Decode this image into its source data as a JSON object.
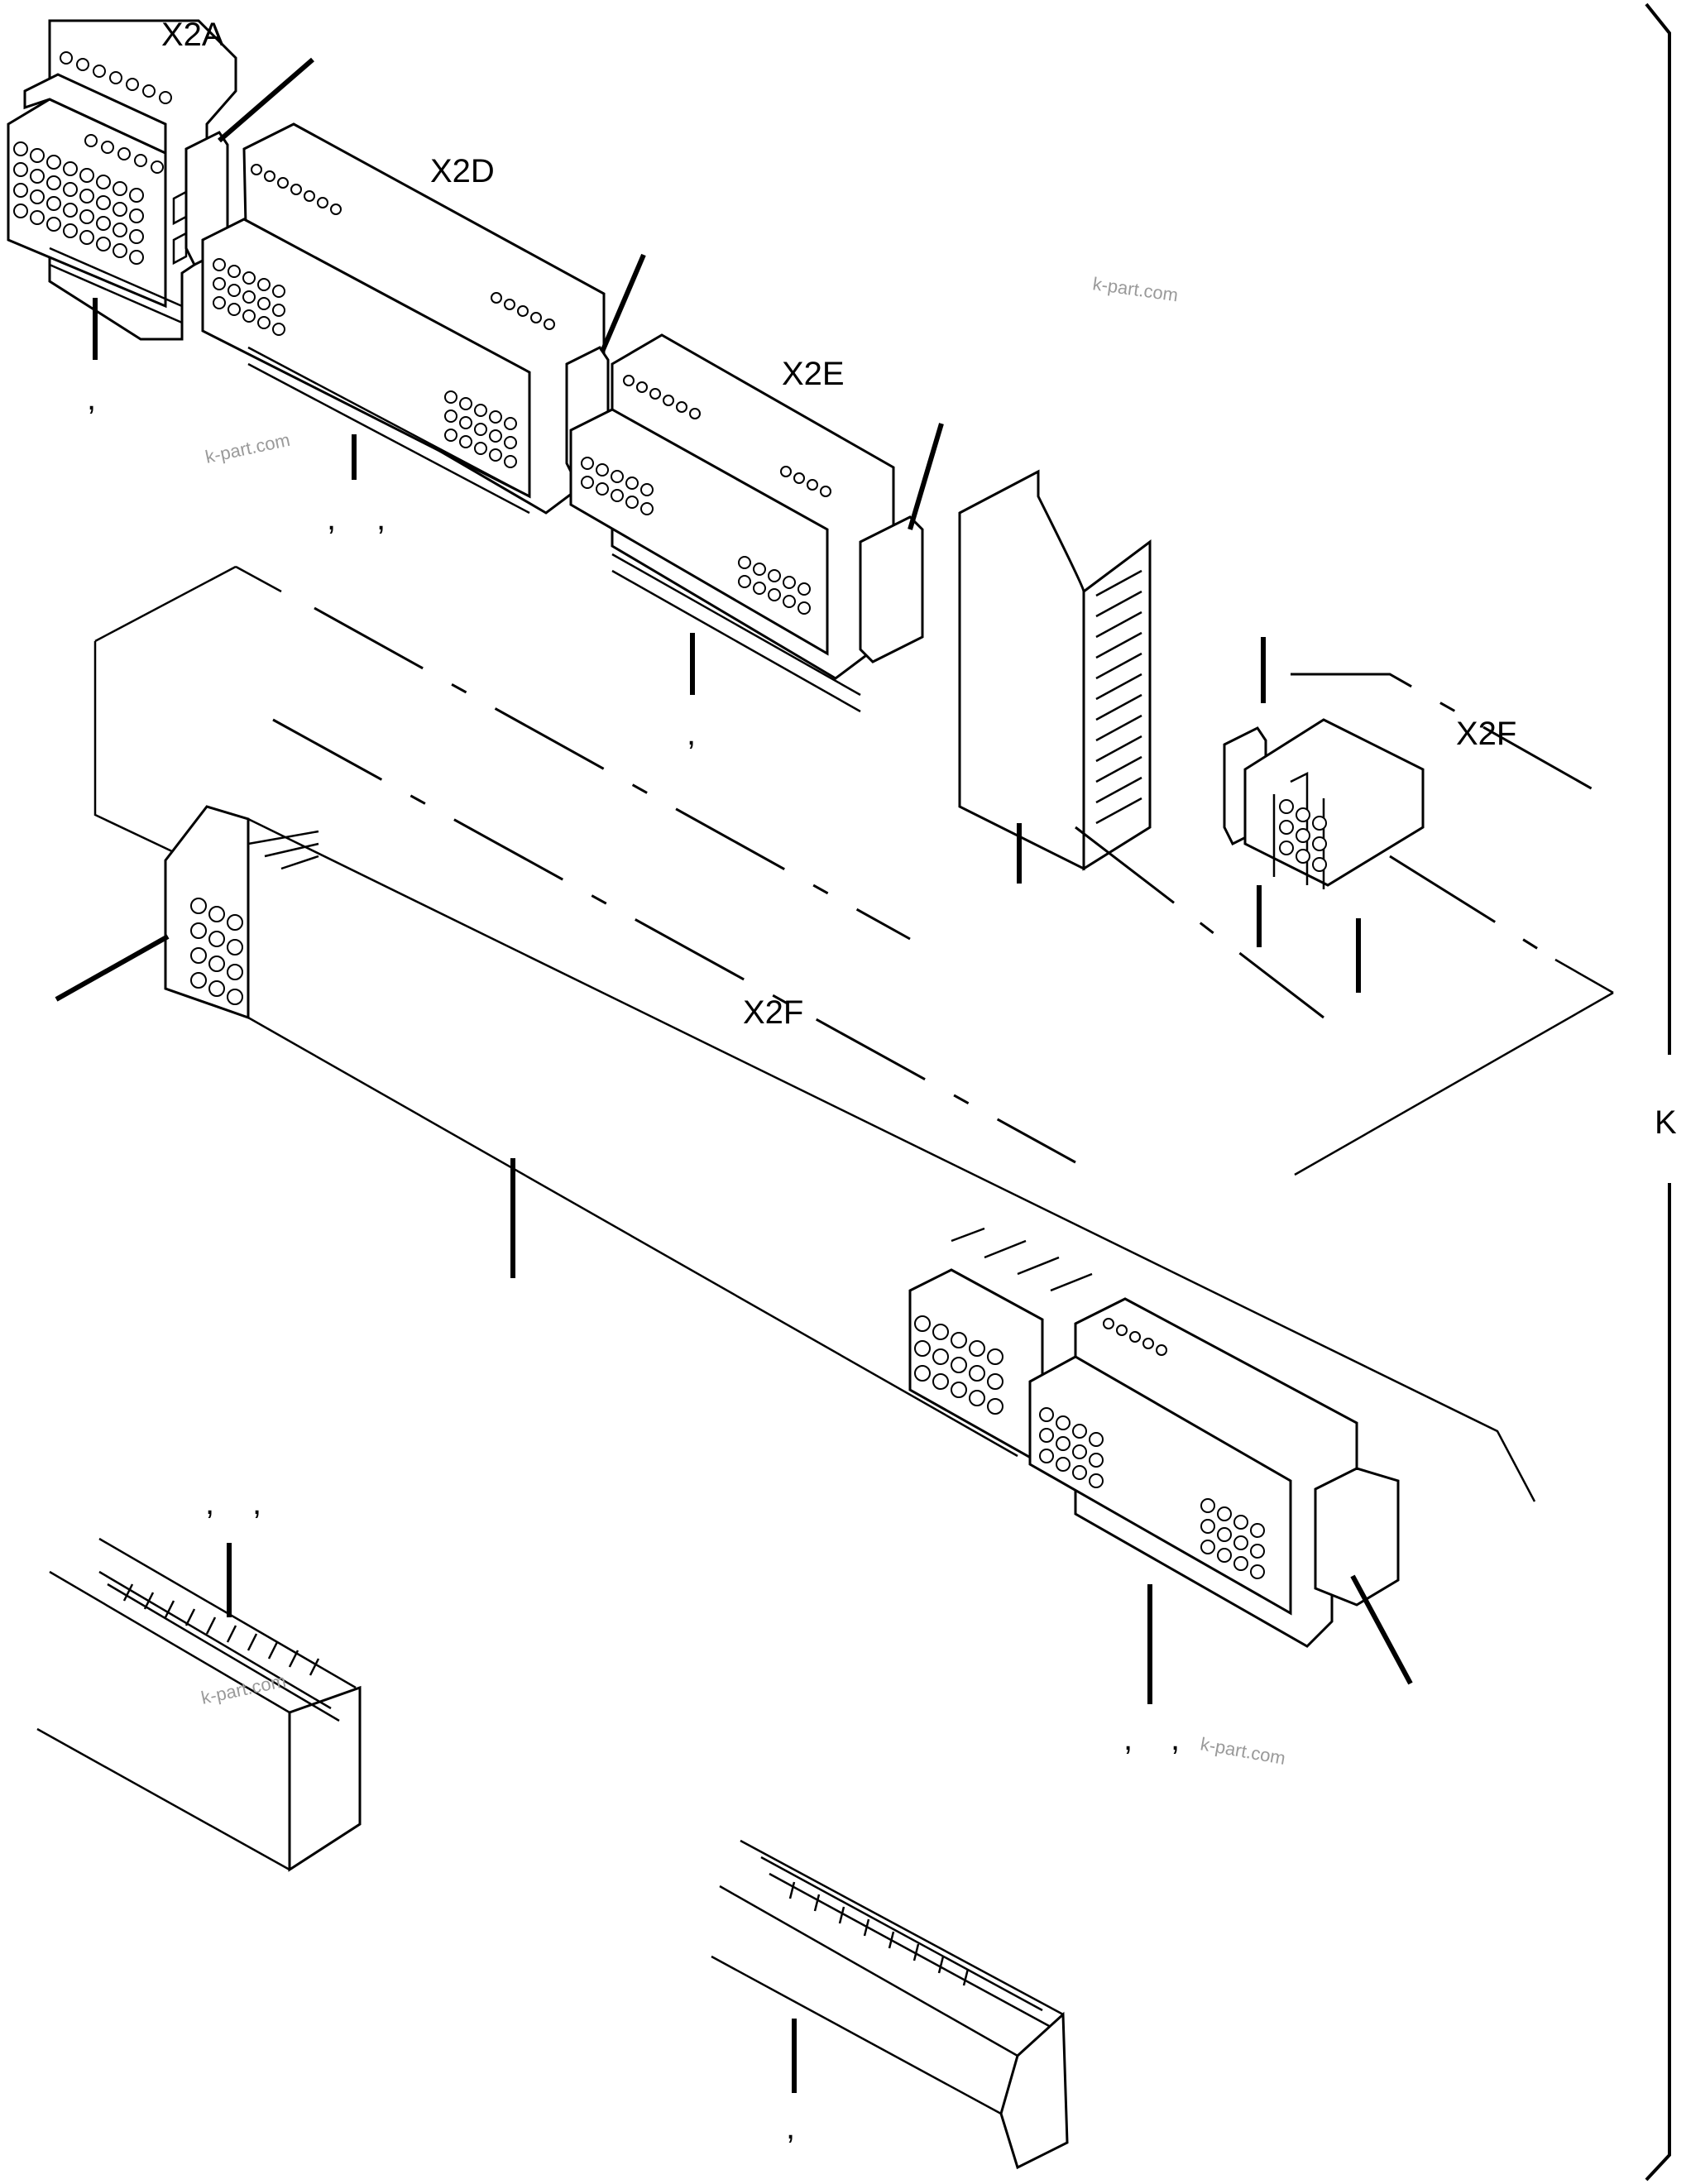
{
  "labels": {
    "x2a": "X2A",
    "x2d": "X2D",
    "x2e": "X2E",
    "x2f_top": "X2F",
    "x2f_mid": "X2F",
    "k": "K"
  },
  "watermarks": [
    "k-part.com",
    "k-part.com",
    "k-part.com",
    "k-part.com"
  ],
  "callouts": [
    ",",
    ",",
    ",",
    ",",
    ",",
    ",",
    ",",
    ",",
    ","
  ]
}
